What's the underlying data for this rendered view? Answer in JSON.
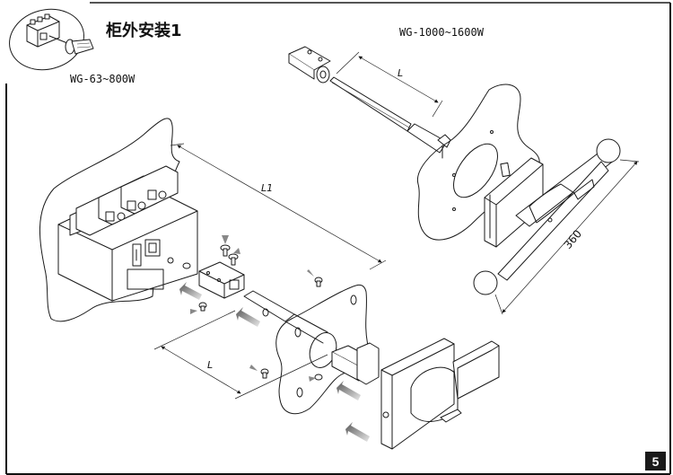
{
  "header": {
    "title": "柜外安装1",
    "model_small": "WG-63~800W",
    "model_large": "WG-1000~1600W"
  },
  "dimensions": {
    "shaft_length_label": "L",
    "total_length_label": "L1",
    "shaft_length_label_large": "L",
    "handle_length": "360"
  },
  "page": {
    "number": "5"
  },
  "colors": {
    "line": "#1a1a1a",
    "arrow_gray": "#777777",
    "page_badge": "#1a1a1a"
  }
}
